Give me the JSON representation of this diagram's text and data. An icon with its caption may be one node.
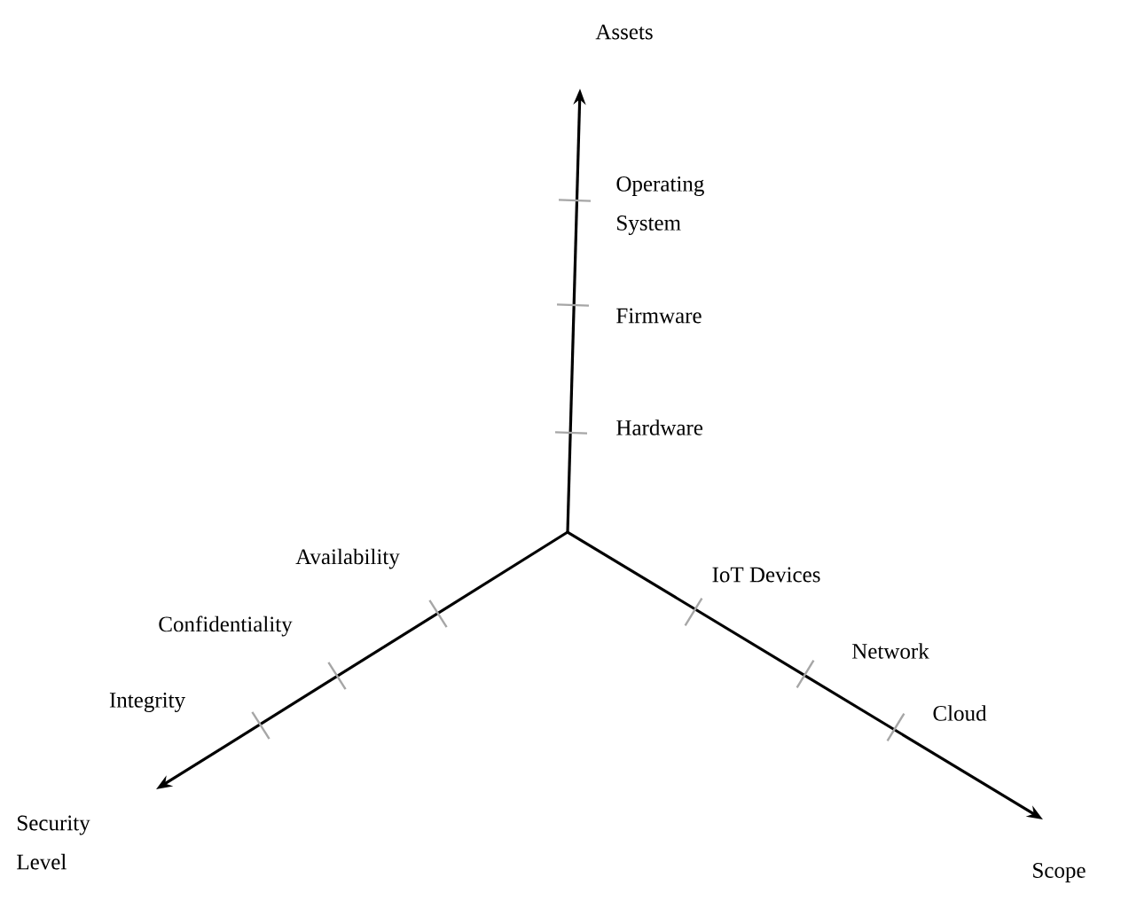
{
  "diagram": {
    "labels": [
      "Assets",
      "Operating System",
      "Firmware",
      "Hardware",
      "Availability",
      "IoT Devices",
      "Confidentiality",
      "Network",
      "Integrity",
      "Cloud",
      "Security Level",
      "Scope"
    ]
  }
}
